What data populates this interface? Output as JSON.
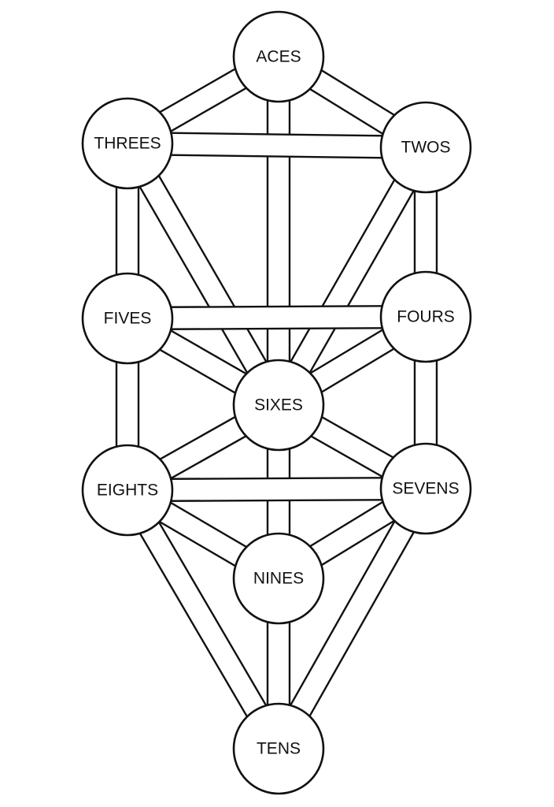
{
  "diagram": {
    "title": "Tree of Life",
    "nodes": [
      {
        "id": "aces",
        "label": "ACES"
      },
      {
        "id": "twos",
        "label": "TWOS"
      },
      {
        "id": "threes",
        "label": "THREES"
      },
      {
        "id": "fours",
        "label": "FOURS"
      },
      {
        "id": "fives",
        "label": "FIVES"
      },
      {
        "id": "sixes",
        "label": "SIXES"
      },
      {
        "id": "sevens",
        "label": "SEVENS"
      },
      {
        "id": "eights",
        "label": "EIGHTS"
      },
      {
        "id": "nines",
        "label": "NINES"
      },
      {
        "id": "tens",
        "label": "TENS"
      }
    ],
    "paths": [
      [
        "aces",
        "twos"
      ],
      [
        "aces",
        "threes"
      ],
      [
        "aces",
        "sixes"
      ],
      [
        "twos",
        "threes"
      ],
      [
        "twos",
        "fours"
      ],
      [
        "twos",
        "sixes"
      ],
      [
        "threes",
        "fives"
      ],
      [
        "threes",
        "sixes"
      ],
      [
        "fours",
        "fives"
      ],
      [
        "fours",
        "sixes"
      ],
      [
        "fours",
        "sevens"
      ],
      [
        "fives",
        "sixes"
      ],
      [
        "fives",
        "eights"
      ],
      [
        "sixes",
        "sevens"
      ],
      [
        "sixes",
        "eights"
      ],
      [
        "sixes",
        "nines"
      ],
      [
        "sevens",
        "eights"
      ],
      [
        "sevens",
        "nines"
      ],
      [
        "sevens",
        "tens"
      ],
      [
        "eights",
        "nines"
      ],
      [
        "eights",
        "tens"
      ],
      [
        "nines",
        "tens"
      ]
    ],
    "colors": {
      "stroke": "#111111",
      "fill": "#ffffff"
    }
  }
}
